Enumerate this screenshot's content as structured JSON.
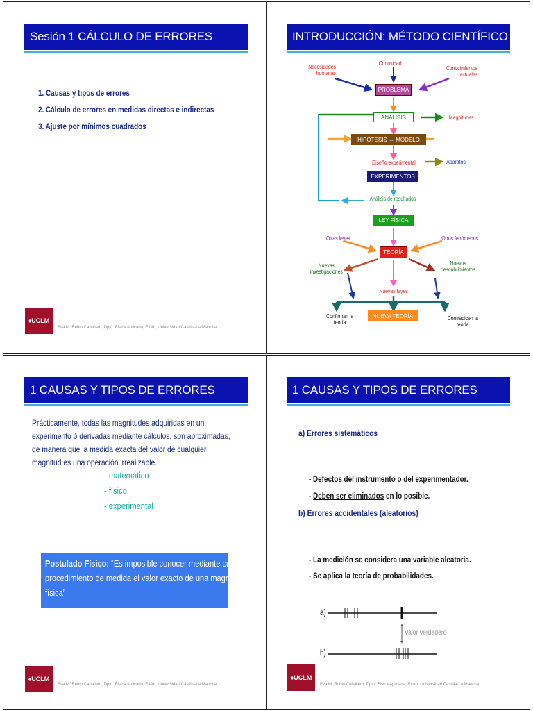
{
  "footer": {
    "logo": "♦UCLM",
    "text": "Eva M. Rubio Caballero,   Dpto. Física Aplicada,   EIIAb,   Universidad Castilla-La Mancha"
  },
  "slide1": {
    "title": "Sesión 1 CÁLCULO DE ERRORES",
    "items": [
      "1.  Causas y tipos de errores",
      "2.  Cálculo de errores en medidas directas e indirectas",
      "3.  Ajuste por mínimos cuadrados"
    ]
  },
  "slide2": {
    "title": "INTRODUCCIÓN: MÉTODO CIENTÍFICO",
    "labels": {
      "curiosidad": "Curiosidad",
      "necesidades": "Necesidades\nhumanas",
      "conocimientos": "Conocimientos\nactuales",
      "problema": "PROBLEMA",
      "analisis": "ANALISIS",
      "magnitudes": "Magnitudes",
      "hipotesis": "HIPÓTESIS ⇔ MODELO",
      "diseno": "Diseño experimental",
      "aparatos": "Aparatos",
      "experimentos": "EXPERIMENTOS",
      "analisis_res": "Análisis de resultados",
      "ley": "LEY FÍSICA",
      "otras_leyes": "Otras leyes",
      "otros_fen": "Otros fenómenos",
      "teoria": "TEORÍA",
      "nuevas_inv": "Nuevas\ninvestigaciones",
      "nuevos_desc": "Nuevos\ndescubrimientos",
      "nuevas_leyes": "Nuevas leyes",
      "confirman": "Confirman la\nteoría",
      "nueva_teoria": "NUEVA TEORÍA",
      "contradicen": "Contradicen la\nteoría"
    }
  },
  "slide3": {
    "title": "1 CAUSAS Y TIPOS DE ERRORES",
    "paragraph": "Prácticamente, todas las magnitudes adquiridas en un experimento ó derivadas mediante cálculos, son aproximadas, de manera que la medida exacta del valor de cualquier magnitud es una operación irrealizable.",
    "types": [
      "- matemático",
      "- físico",
      "- experimental"
    ],
    "postulate_label": "Postulado Físico:",
    "postulate_text": " “Es imposible conocer mediante cualquier procedimiento de medida el valor exacto de una magnitud física”"
  },
  "slide4": {
    "title": "1 CAUSAS Y TIPOS DE ERRORES",
    "a_heading": "a) Errores sistemáticos",
    "a_line1": "- Defectos del instrumento o del experimentador.",
    "a_line2_pre": "- ",
    "a_line2_under": "Deben ser eliminados",
    "a_line2_post": " en lo posible.",
    "b_heading": "b) Errores accidentales (aleatorios)",
    "b_line1": "- La medición se considera una variable aleatoria.",
    "b_line2": "- Se aplica la teoría de probabilidades.",
    "diagram_a": "a)",
    "diagram_b": "b)",
    "valor": "Valor verdadero"
  }
}
